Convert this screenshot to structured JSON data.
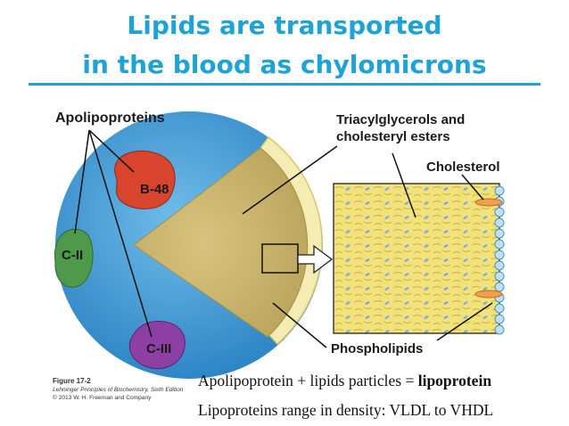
{
  "title": {
    "line1": "Lipids are transported",
    "line2": "in the blood as chylomicrons"
  },
  "labels": {
    "apolipoproteins": "Apolipoproteins",
    "b48": "B-48",
    "c2": "C-II",
    "c3": "C-III",
    "tag_line1": "Triacylglycerols and",
    "tag_line2": "cholesteryl esters",
    "cholesterol": "Cholesterol",
    "phospholipids": "Phospholipids"
  },
  "figure_caption": {
    "number": "Figure 17-2",
    "book": "Lehninger Principles of Biochemistry, Sixth Edition",
    "copyright": "© 2013 W. H. Freeman and Company"
  },
  "statements": {
    "line1_prefix": "Apolipoprotein + lipids particles = ",
    "line1_bold": "lipoprotein",
    "line2": "Lipoproteins range in density: VLDL to VHDL"
  },
  "colors": {
    "title": "#1fa3d4",
    "sphere": "#4aa3dc",
    "core": "#c9b46a",
    "b48": "#d9442e",
    "c2": "#4e9a4a",
    "c3": "#8d3fa3"
  }
}
